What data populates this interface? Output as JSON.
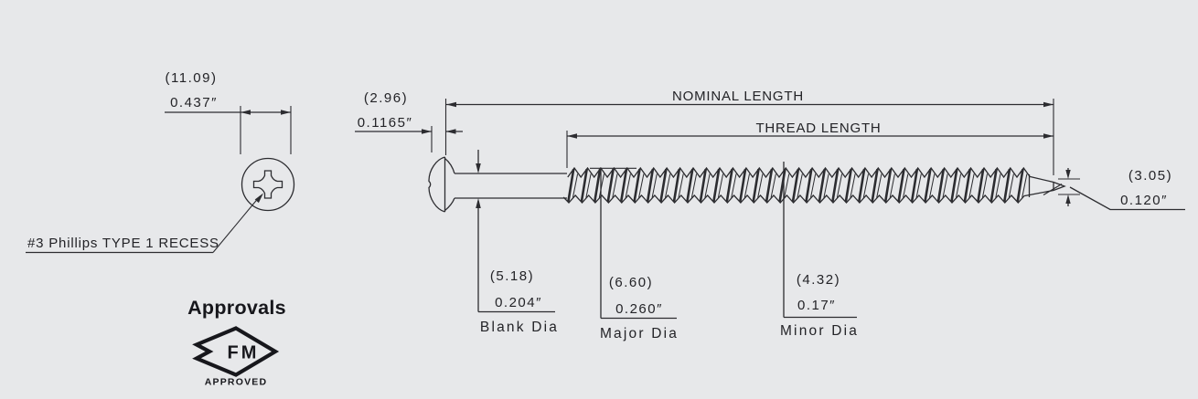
{
  "colors": {
    "background": "#e7e8ea",
    "line": "#2c2c30",
    "text": "#232327"
  },
  "head_view": {
    "head_dia_mm": "(11.09)",
    "head_dia_in": "0.437″",
    "recess_label": "#3 Phillips TYPE 1 RECESS"
  },
  "approvals": {
    "title": "Approvals",
    "fm_logo_text": "FM",
    "fm_logo_sub": "APPROVED"
  },
  "side_view": {
    "head_height_mm": "(2.96)",
    "head_height_in": "0.1165″",
    "nominal_length_label": "NOMINAL LENGTH",
    "thread_length_label": "THREAD LENGTH",
    "point_dia_mm": "(3.05)",
    "point_dia_in": "0.120″",
    "blank_dia": {
      "mm": "(5.18)",
      "in": "0.204″",
      "label": "Blank Dia"
    },
    "major_dia": {
      "mm": "(6.60)",
      "in": "0.260″",
      "label": "Major Dia"
    },
    "minor_dia": {
      "mm": "(4.32)",
      "in": "0.17″",
      "label": "Minor Dia"
    }
  }
}
